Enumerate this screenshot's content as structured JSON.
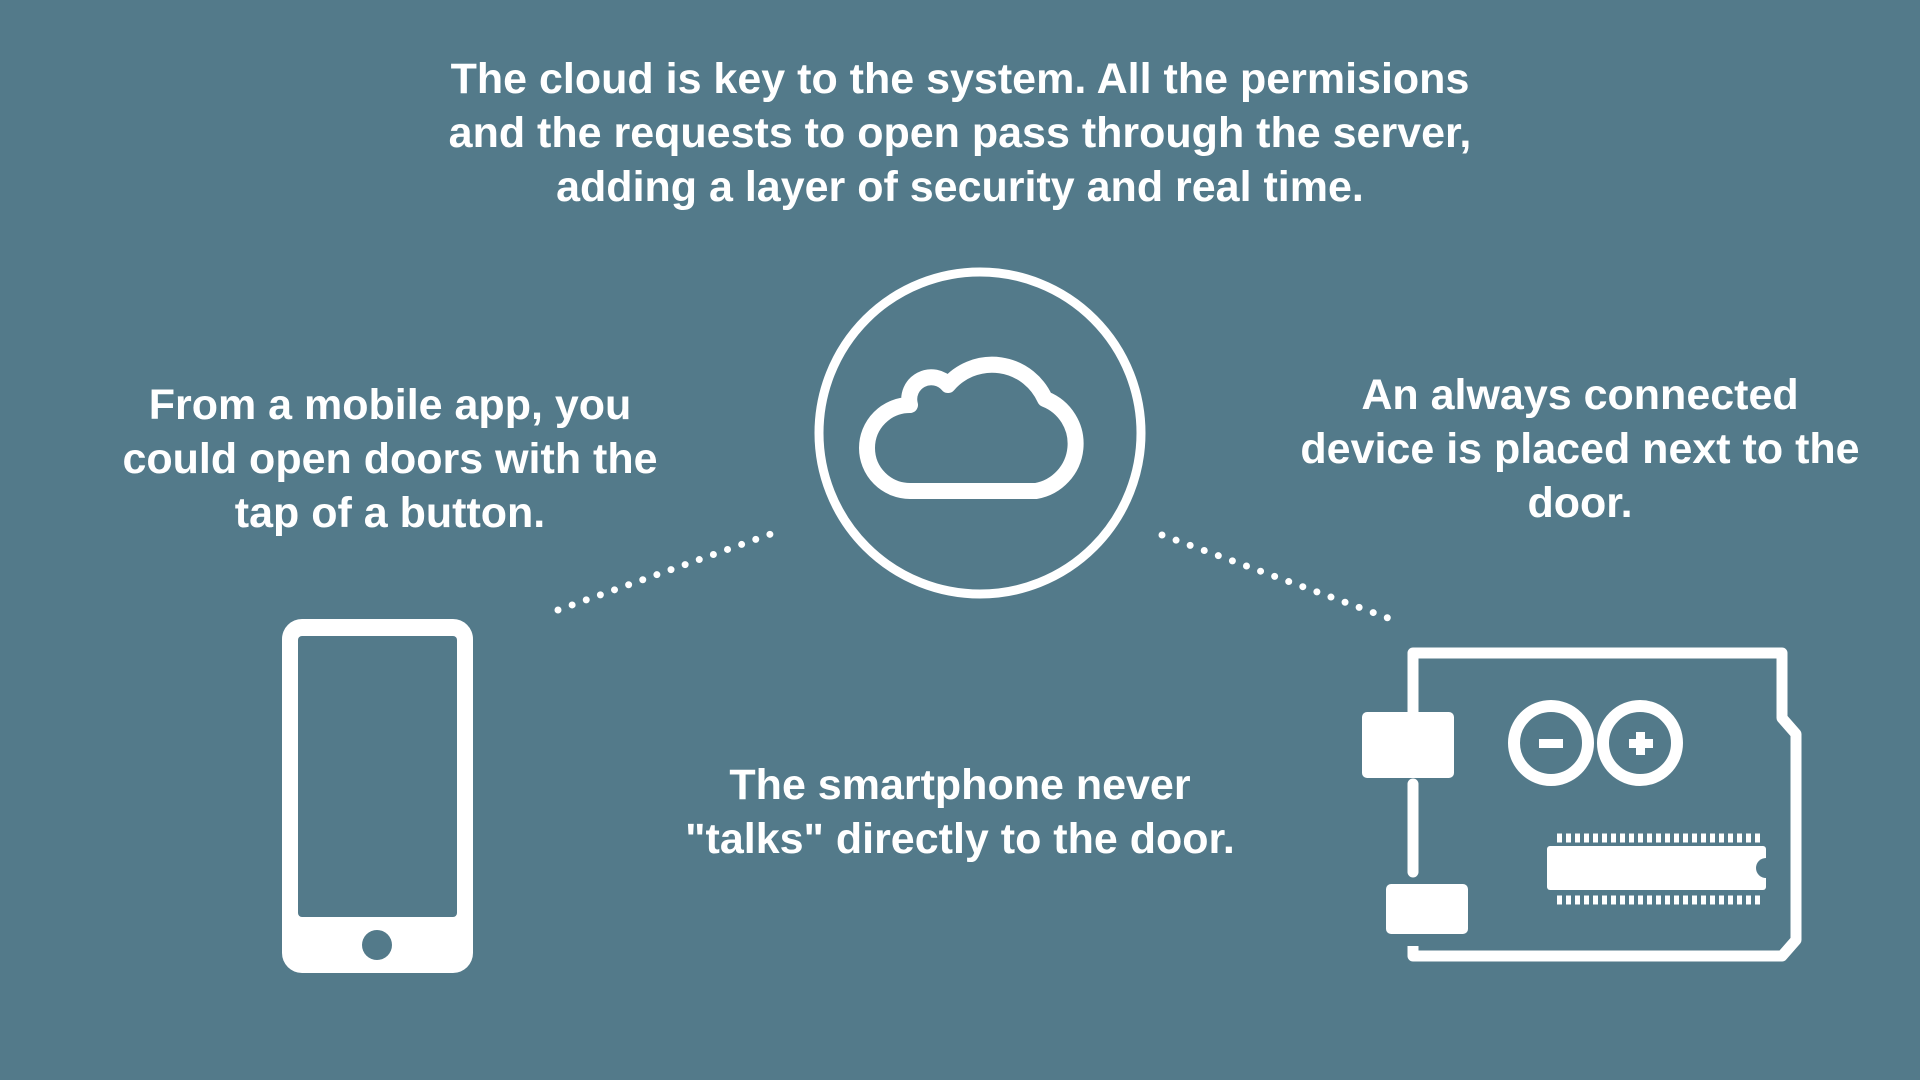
{
  "captions": {
    "cloud": [
      "The cloud is key to the system. All the permisions",
      "and the requests to open pass through the server,",
      "adding a layer of security and real time."
    ],
    "mobile": [
      "From a mobile app, you",
      "could open doors with the",
      "tap of a button."
    ],
    "device": [
      "An always connected",
      "device is placed next to the",
      "door."
    ],
    "smartphone": [
      "The smartphone never",
      "\"talks\" directly to the door."
    ]
  },
  "icons": {
    "cloud": "cloud-icon",
    "phone": "smartphone-icon",
    "board": "arduino-board-icon"
  },
  "colors": {
    "background": "#537a8a",
    "foreground": "#ffffff"
  }
}
